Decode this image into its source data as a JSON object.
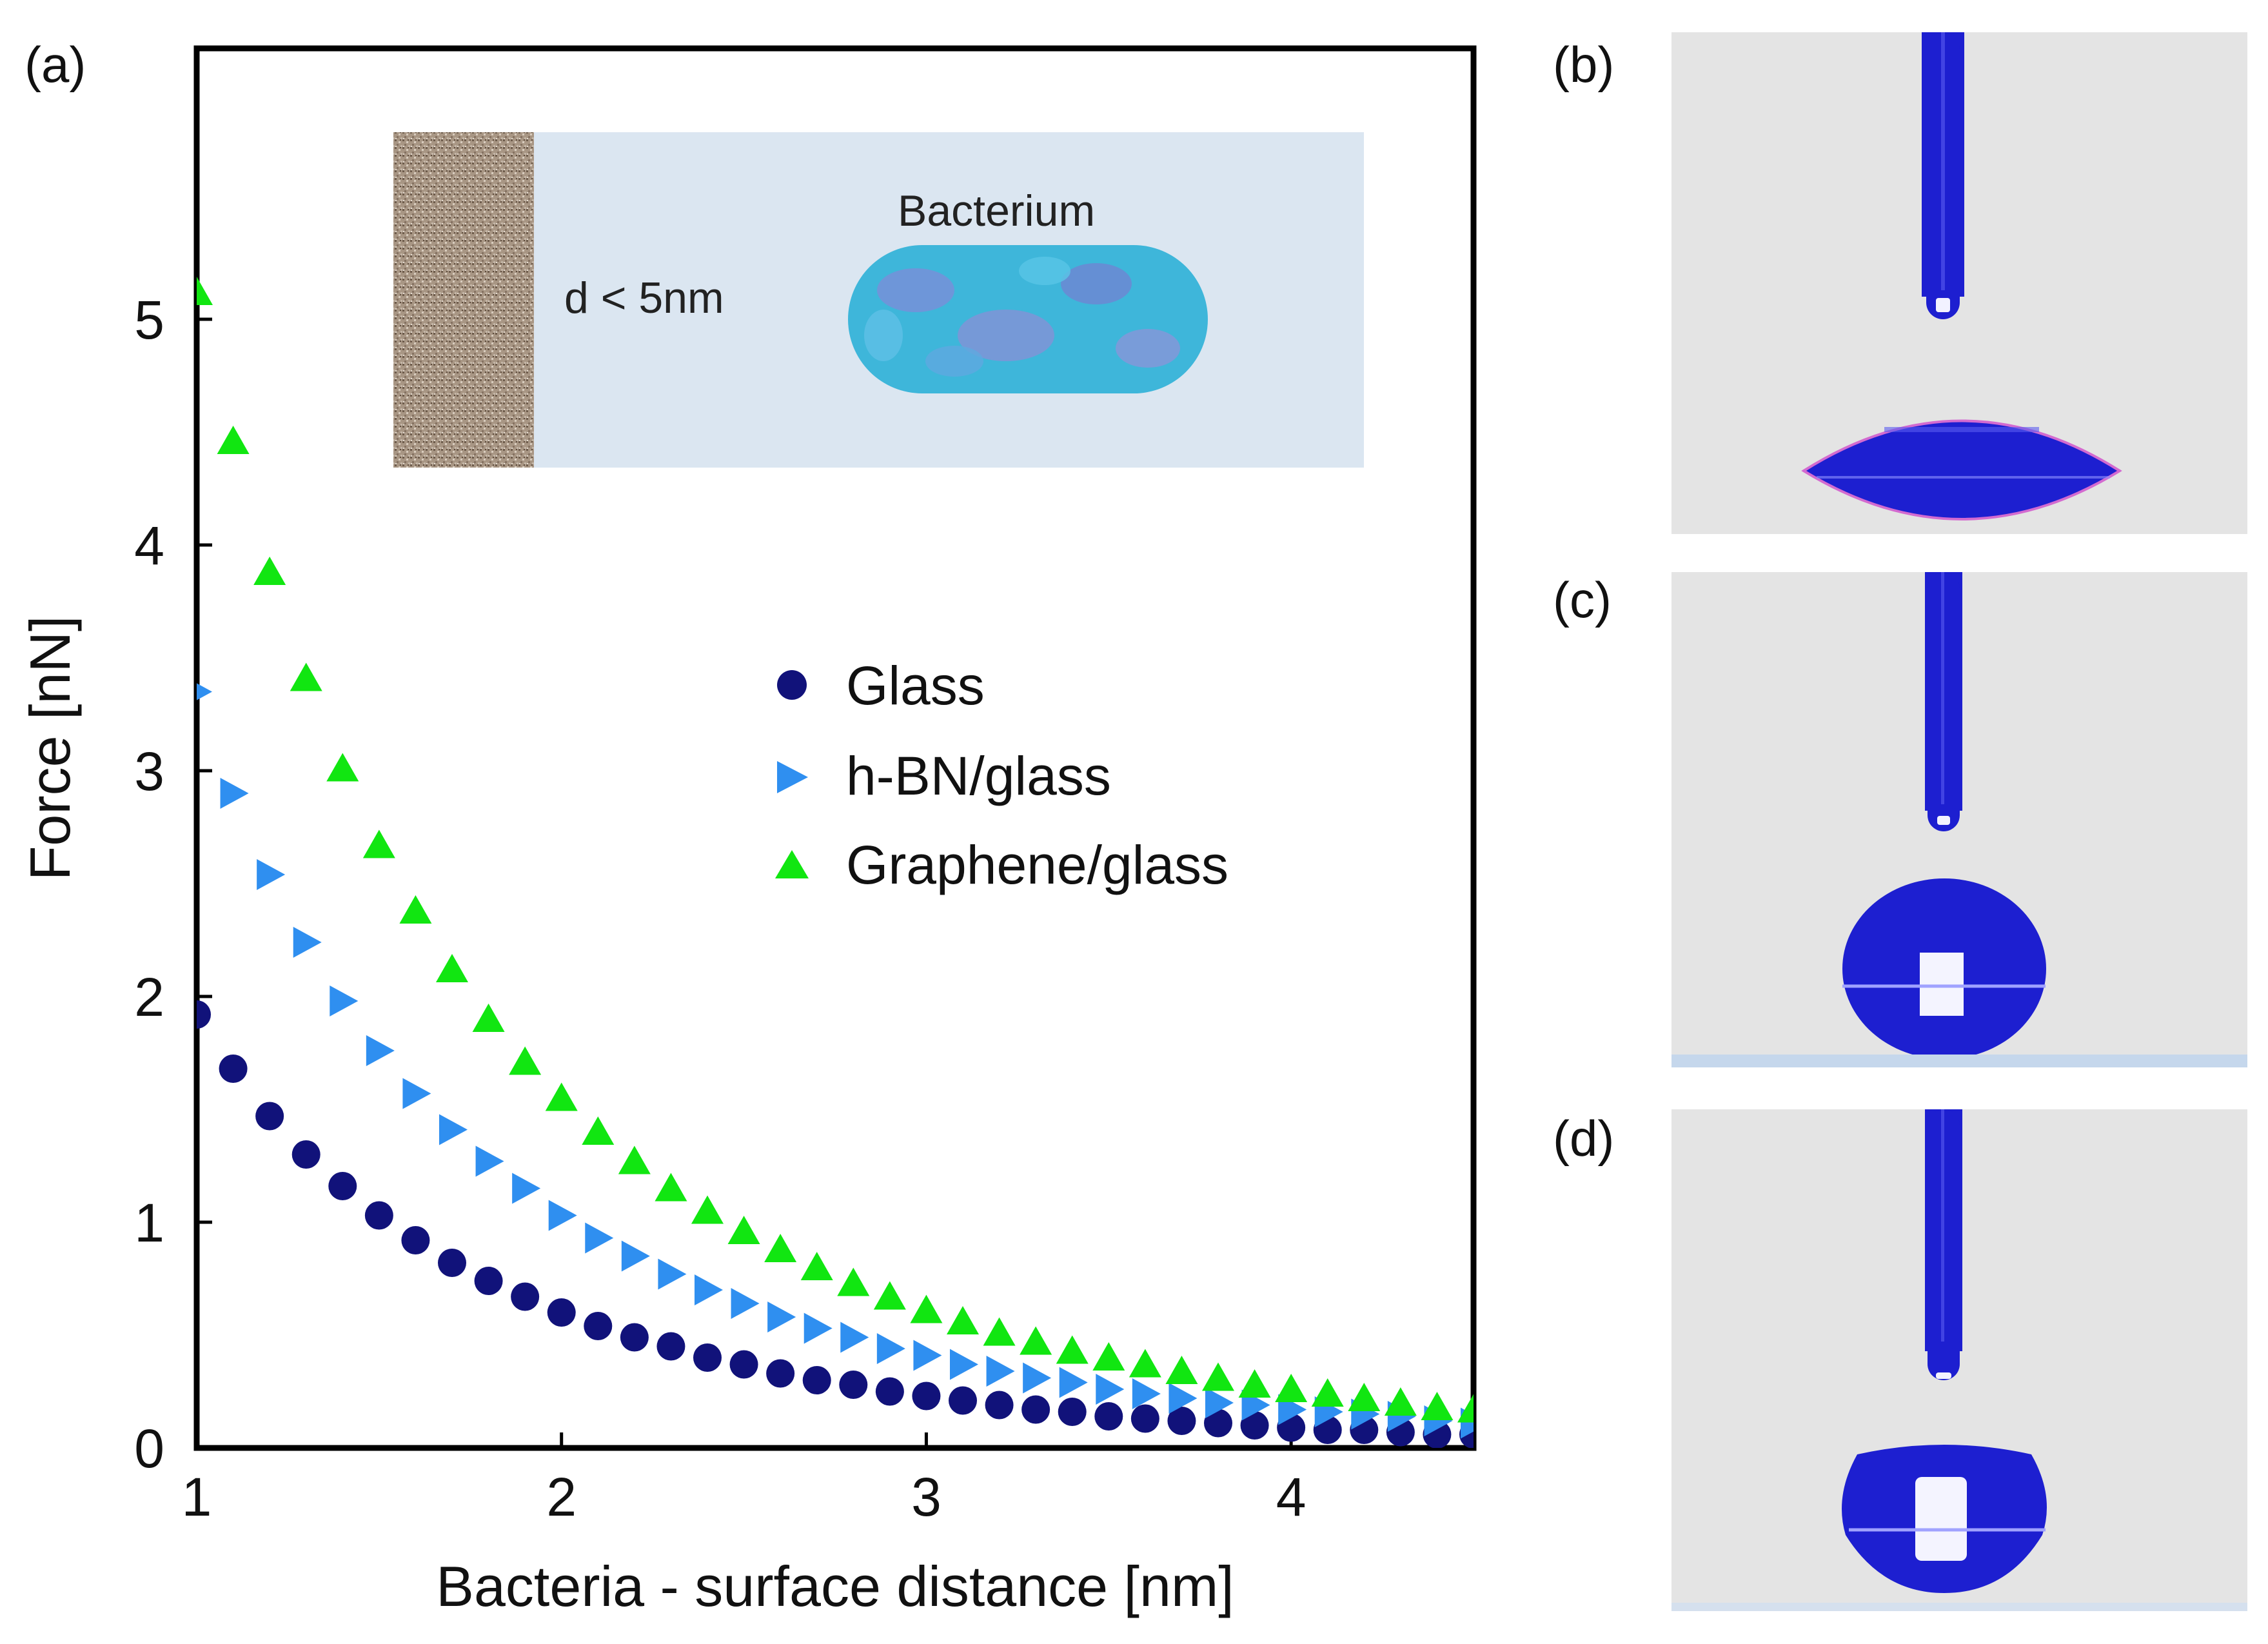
{
  "panels": {
    "a": "(a)",
    "b": "(b)",
    "c": "(c)",
    "d": "(d)"
  },
  "colors": {
    "glass": "#11127a",
    "hbn": "#2f8ff0",
    "graphene": "#11e611",
    "inset_bg": "#dbe6f1",
    "photo_bg": "#e4e4e4",
    "droplet": "#1d1fd0"
  },
  "inset": {
    "distance_label": "d < 5nm",
    "bacterium_label": "Bacterium"
  },
  "chart_data": {
    "type": "scatter",
    "xlabel": "Bacteria - surface distance [nm]",
    "ylabel": "Force [nN]",
    "xlim": [
      1.0,
      4.5
    ],
    "ylim": [
      0,
      6.2
    ],
    "xticks": [
      1,
      2,
      3,
      4
    ],
    "yticks": [
      0,
      1,
      2,
      3,
      4,
      5
    ],
    "grid": false,
    "legend_position": "center-right",
    "series": [
      {
        "name": "Glass",
        "marker": "circle",
        "x": [
          1.0,
          1.1,
          1.2,
          1.3,
          1.4,
          1.5,
          1.6,
          1.7,
          1.8,
          1.9,
          2.0,
          2.1,
          2.2,
          2.3,
          2.4,
          2.5,
          2.6,
          2.7,
          2.8,
          2.9,
          3.0,
          3.1,
          3.2,
          3.3,
          3.4,
          3.5,
          3.6,
          3.7,
          3.8,
          3.9,
          4.0,
          4.1,
          4.2,
          4.3,
          4.4,
          4.5
        ],
        "y": [
          1.92,
          1.68,
          1.47,
          1.3,
          1.16,
          1.03,
          0.92,
          0.82,
          0.74,
          0.67,
          0.6,
          0.54,
          0.49,
          0.45,
          0.4,
          0.37,
          0.33,
          0.3,
          0.28,
          0.25,
          0.23,
          0.21,
          0.19,
          0.17,
          0.16,
          0.14,
          0.13,
          0.12,
          0.11,
          0.1,
          0.09,
          0.08,
          0.08,
          0.07,
          0.06,
          0.06
        ]
      },
      {
        "name": "h-BN/glass",
        "marker": "triangle-right",
        "x": [
          1.0,
          1.1,
          1.2,
          1.3,
          1.4,
          1.5,
          1.6,
          1.7,
          1.8,
          1.9,
          2.0,
          2.1,
          2.2,
          2.3,
          2.4,
          2.5,
          2.6,
          2.7,
          2.8,
          2.9,
          3.0,
          3.1,
          3.2,
          3.3,
          3.4,
          3.5,
          3.6,
          3.7,
          3.8,
          3.9,
          4.0,
          4.1,
          4.2,
          4.3,
          4.4,
          4.5
        ],
        "y": [
          3.35,
          2.9,
          2.54,
          2.24,
          1.98,
          1.76,
          1.57,
          1.41,
          1.27,
          1.15,
          1.03,
          0.93,
          0.85,
          0.77,
          0.7,
          0.64,
          0.58,
          0.53,
          0.49,
          0.44,
          0.41,
          0.37,
          0.34,
          0.31,
          0.29,
          0.26,
          0.24,
          0.22,
          0.2,
          0.19,
          0.17,
          0.16,
          0.15,
          0.14,
          0.12,
          0.11
        ]
      },
      {
        "name": "Graphene/glass",
        "marker": "triangle-up",
        "x": [
          1.0,
          1.1,
          1.2,
          1.3,
          1.4,
          1.5,
          1.6,
          1.7,
          1.8,
          1.9,
          2.0,
          2.1,
          2.2,
          2.3,
          2.4,
          2.5,
          2.6,
          2.7,
          2.8,
          2.9,
          3.0,
          3.1,
          3.2,
          3.3,
          3.4,
          3.5,
          3.6,
          3.7,
          3.8,
          3.9,
          4.0,
          4.1,
          4.2,
          4.3,
          4.4,
          4.5
        ],
        "y": [
          5.12,
          4.46,
          3.88,
          3.41,
          3.01,
          2.67,
          2.38,
          2.12,
          1.9,
          1.71,
          1.55,
          1.4,
          1.27,
          1.15,
          1.05,
          0.96,
          0.88,
          0.8,
          0.73,
          0.67,
          0.61,
          0.56,
          0.51,
          0.47,
          0.43,
          0.4,
          0.37,
          0.34,
          0.31,
          0.28,
          0.26,
          0.24,
          0.22,
          0.2,
          0.18,
          0.17
        ]
      }
    ]
  }
}
